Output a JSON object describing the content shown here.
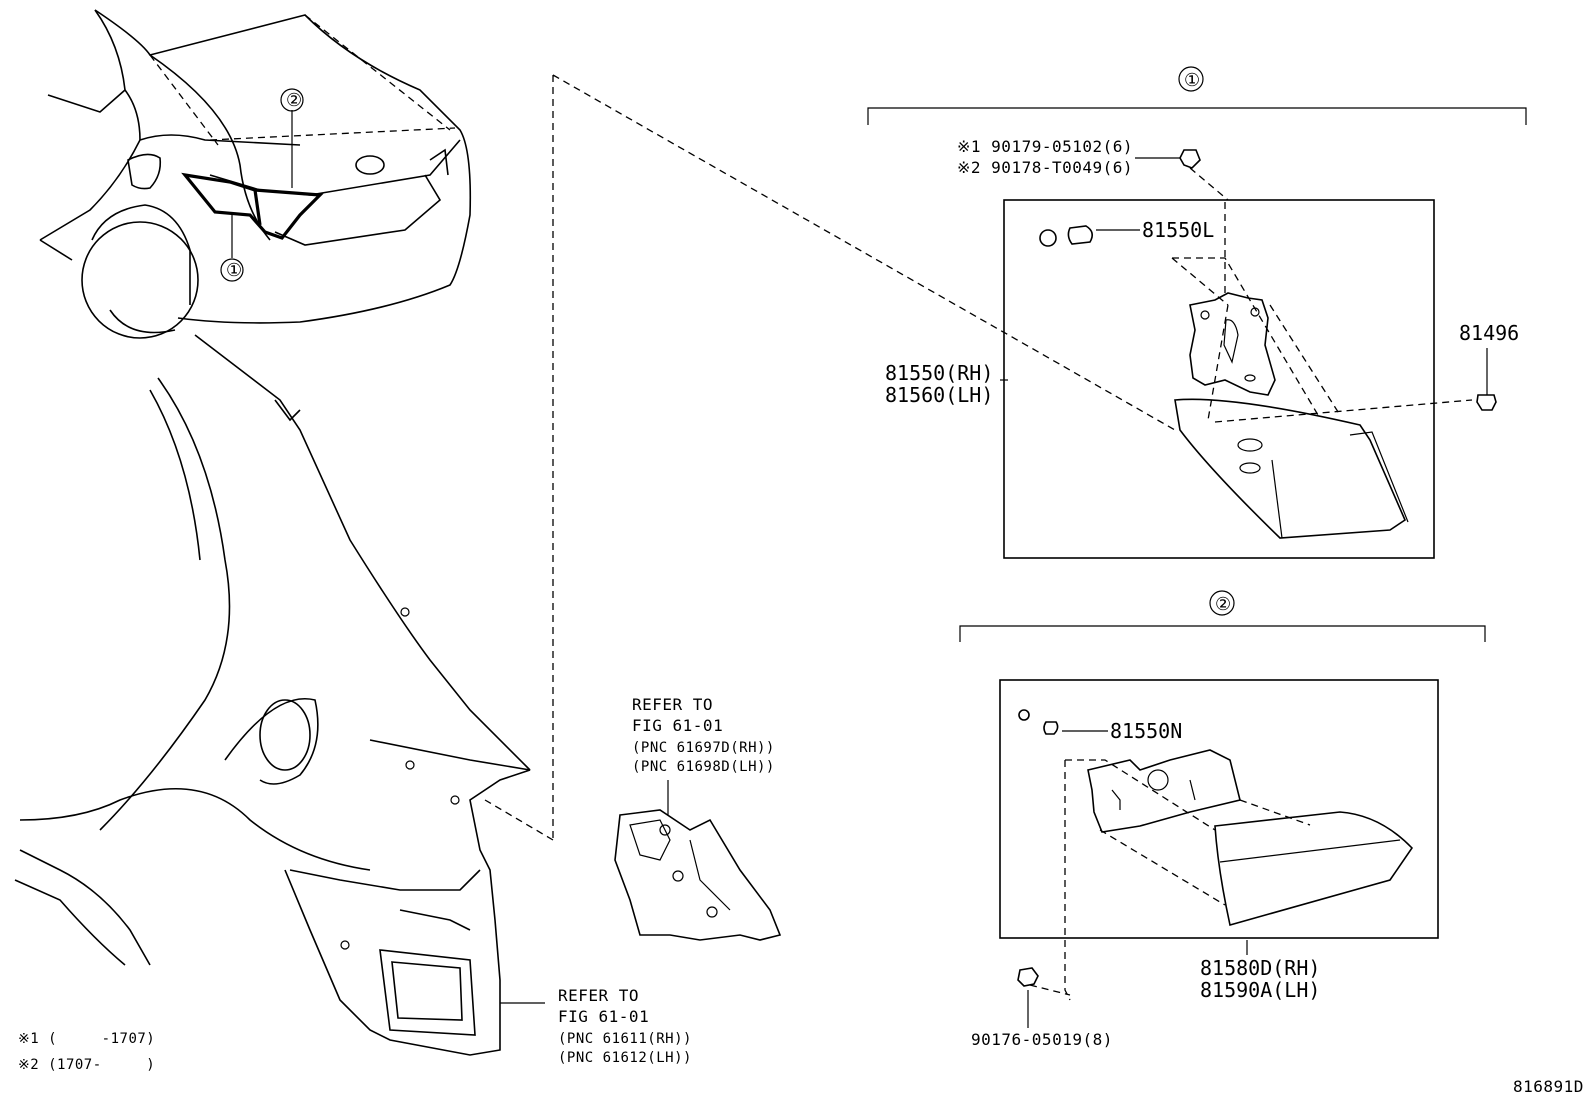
{
  "callouts": {
    "one": "①",
    "two": "②"
  },
  "group1": {
    "bolt_line1": "※1 90179-05102(6)",
    "bolt_line2": "※2 90178-T0049(6)",
    "socket": "81550L",
    "lamp_rh": "81550(RH)",
    "lamp_lh": "81560(LH)",
    "clip": "81496"
  },
  "group2": {
    "socket": "81550N",
    "lamp_rh": "81580D(RH)",
    "lamp_lh": "81590A(LH)",
    "screw": "90176-05019(8)"
  },
  "refer_inner": {
    "line1": "REFER TO",
    "line2": "FIG 61-01",
    "line3": "(PNC 61697D(RH))",
    "line4": "(PNC 61698D(LH))"
  },
  "refer_outer": {
    "line1": "REFER TO",
    "line2": "FIG 61-01",
    "line3": "(PNC 61611(RH))",
    "line4": "(PNC 61612(LH))"
  },
  "notes": {
    "note1": "※1 (     -1707)",
    "note2": "※2 (1707-     )"
  },
  "diagram_code": "816891D"
}
